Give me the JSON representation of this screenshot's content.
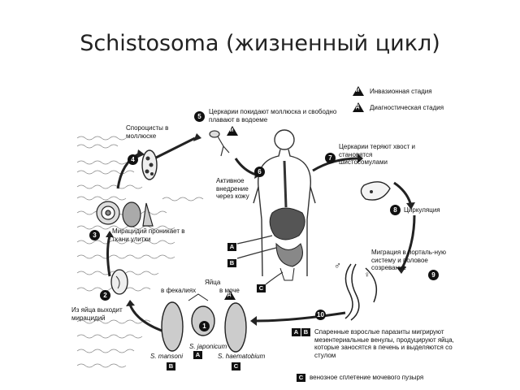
{
  "title": "Schistosoma (жизненный цикл)",
  "legend": {
    "infective_symbol": "И",
    "infective": "Инвазионная стадия",
    "diagnostic_symbol": "Д",
    "diagnostic": "Диагностическая стадия"
  },
  "steps": {
    "s1": "1",
    "s2": "2",
    "s3": "3",
    "s4": "4",
    "s5": "5",
    "s6": "6",
    "s7": "7",
    "s8": "8",
    "s9": "9",
    "s10": "10"
  },
  "labels": {
    "cercariae_leave": "Церкарии покидают моллюска и свободно плавают в водоеме",
    "sporocysts": "Спороцисты в моллюске",
    "active_penetration": "Активное внедрение через кожу",
    "cercariae_lose_tail": "Церкарии теряют хвост и становятся шистосомулами",
    "circulation": "Циркуляция",
    "miracidia_penetrate": "Мирацидий проникает в ткани улитки",
    "migration": "Миграция в порталь-ную систему и половое созревание",
    "eggs_hatch": "Из яйца выходит мирацидий",
    "eggs": "Яйца",
    "in_feces": "в фекалиях",
    "in_urine": "в моче",
    "s_japonicum": "S. japonicum",
    "s_mansoni": "S. mansoni",
    "s_haematobium": "S. haematobium",
    "adults_note": "Спаренные взрослые паразиты мигрируют мезентериальные венулы, продуцируют яйца, которые заносятся в печень и выделяются со стулом",
    "venous_plexus": "венозное сплетение мочевого пузыря",
    "male_symbol": "♂",
    "female_symbol": "♀"
  },
  "boxes": {
    "a": "A",
    "b": "B",
    "c": "C"
  }
}
